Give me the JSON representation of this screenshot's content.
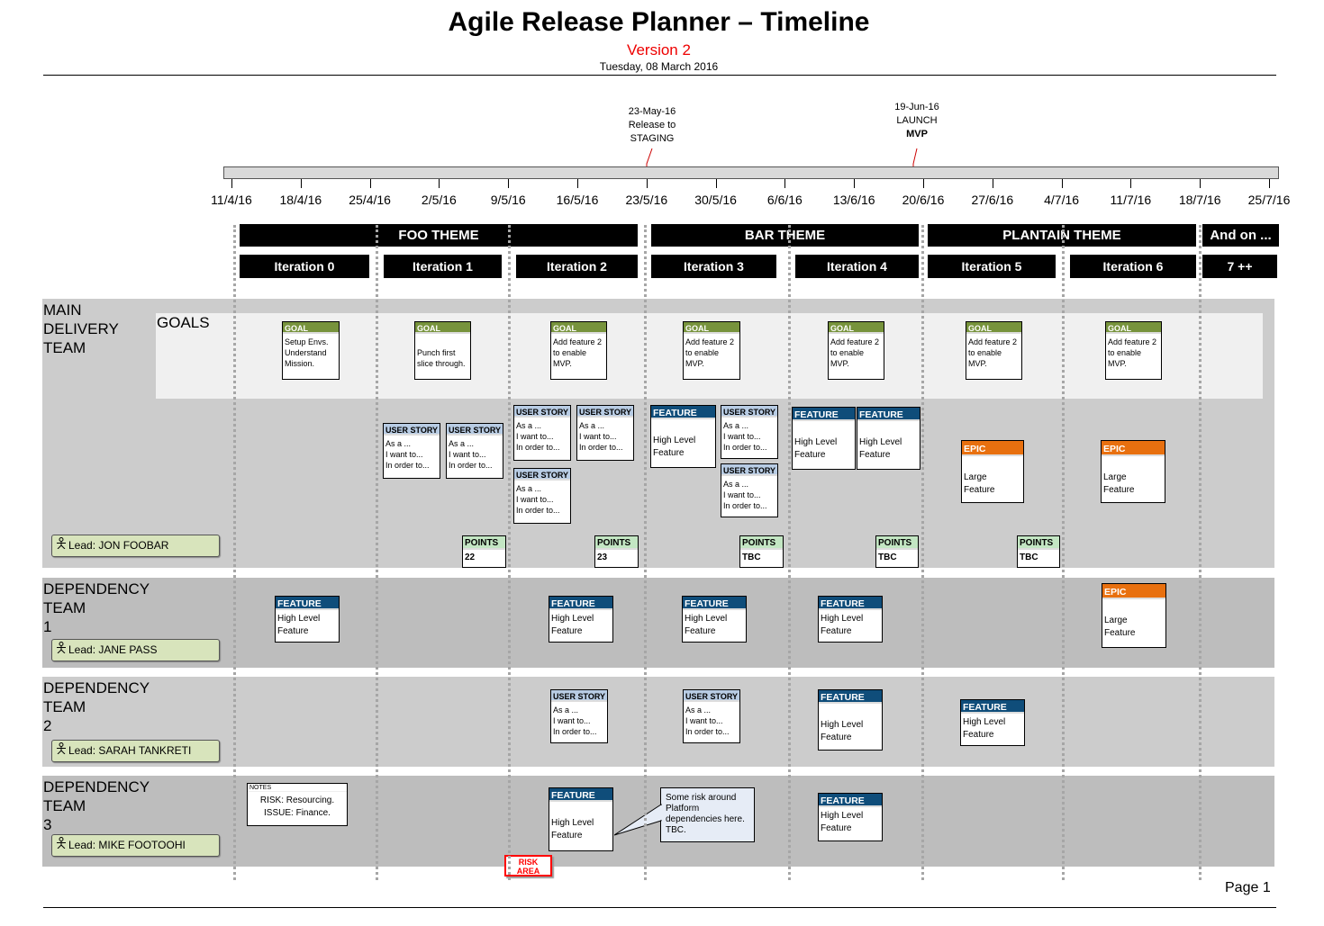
{
  "header": {
    "title": "Agile Release Planner – Timeline",
    "version": "Version 2",
    "date": "Tuesday, 08 March 2016"
  },
  "timeline": {
    "dates": [
      "11/4/16",
      "18/4/16",
      "25/4/16",
      "2/5/16",
      "9/5/16",
      "16/5/16",
      "23/5/16",
      "30/5/16",
      "6/6/16",
      "13/6/16",
      "20/6/16",
      "27/6/16",
      "4/7/16",
      "11/7/16",
      "18/7/16",
      "25/7/16"
    ],
    "milestones": [
      {
        "date": "23-May-16",
        "line1": "Release to",
        "line2": "STAGING",
        "marker": "triangle-down"
      },
      {
        "date": "19-Jun-16",
        "line1": "LAUNCH",
        "line2": "MVP",
        "marker": "cross"
      }
    ]
  },
  "themes": [
    "FOO THEME",
    "BAR THEME",
    "PLANTAIN THEME",
    "And on ..."
  ],
  "iterations": [
    "Iteration 0",
    "Iteration 1",
    "Iteration 2",
    "Iteration 3",
    "Iteration 4",
    "Iteration 5",
    "Iteration 6",
    "7 ++"
  ],
  "lanes": [
    {
      "title": [
        "MAIN",
        "DELIVERY",
        "TEAM"
      ],
      "lead": "Lead: JON FOOBAR",
      "sublabel": "GOALS"
    },
    {
      "title": [
        "DEPENDENCY",
        "TEAM",
        "1"
      ],
      "lead": "Lead: JANE PASS"
    },
    {
      "title": [
        "DEPENDENCY",
        "TEAM",
        "2"
      ],
      "lead": "Lead: SARAH TANKRETI"
    },
    {
      "title": [
        "DEPENDENCY",
        "TEAM",
        "3"
      ],
      "lead": "Lead: MIKE FOOTOOHI"
    }
  ],
  "cards": [
    {
      "type": "goal",
      "title": "GOAL",
      "lines": [
        "Setup Envs.",
        "Understand",
        "Mission."
      ]
    },
    {
      "type": "goal",
      "title": "GOAL",
      "lines": [
        "",
        "Punch first",
        "slice through."
      ]
    },
    {
      "type": "goal",
      "title": "GOAL",
      "lines": [
        "Add feature 2",
        "to enable",
        "MVP."
      ]
    },
    {
      "type": "goal",
      "title": "GOAL",
      "lines": [
        "Add feature 2",
        "to enable",
        "MVP."
      ]
    },
    {
      "type": "goal",
      "title": "GOAL",
      "lines": [
        "Add feature 2",
        "to enable",
        "MVP."
      ]
    },
    {
      "type": "goal",
      "title": "GOAL",
      "lines": [
        "Add feature 2",
        "to enable",
        "MVP."
      ]
    },
    {
      "type": "goal",
      "title": "GOAL",
      "lines": [
        "Add feature 2",
        "to enable",
        "MVP."
      ]
    },
    {
      "type": "userstory",
      "title": "USER STORY",
      "lines": [
        "As a ...",
        "I want to...",
        "In order to..."
      ]
    },
    {
      "type": "userstory",
      "title": "USER STORY",
      "lines": [
        "As a ...",
        "I want to...",
        "In order to..."
      ]
    },
    {
      "type": "userstory",
      "title": "USER STORY",
      "lines": [
        "As a ...",
        "I want to...",
        "In order to..."
      ]
    },
    {
      "type": "userstory",
      "title": "USER STORY",
      "lines": [
        "As a ...",
        "I want to...",
        "In order to..."
      ]
    },
    {
      "type": "userstory",
      "title": "USER STORY",
      "lines": [
        "As a ...",
        "I want to...",
        "In order to..."
      ]
    },
    {
      "type": "feature",
      "title": "FEATURE",
      "lines": [
        "",
        "High Level",
        "Feature"
      ]
    },
    {
      "type": "userstory",
      "title": "USER STORY",
      "lines": [
        "As a ...",
        "I want to...",
        "In order to..."
      ]
    },
    {
      "type": "userstory",
      "title": "USER STORY",
      "lines": [
        "As a ...",
        "I want to...",
        "In order to..."
      ]
    },
    {
      "type": "feature",
      "title": "FEATURE",
      "lines": [
        "",
        "High Level",
        "Feature"
      ]
    },
    {
      "type": "feature",
      "title": "FEATURE",
      "lines": [
        "",
        "High Level",
        "Feature"
      ]
    },
    {
      "type": "epic",
      "title": "EPIC",
      "lines": [
        "",
        "Large",
        "Feature"
      ]
    },
    {
      "type": "epic",
      "title": "EPIC",
      "lines": [
        "",
        "Large",
        "Feature"
      ]
    },
    {
      "type": "points",
      "title": "POINTS",
      "lines": [
        "22"
      ]
    },
    {
      "type": "points",
      "title": "POINTS",
      "lines": [
        "23"
      ]
    },
    {
      "type": "points",
      "title": "POINTS",
      "lines": [
        "TBC"
      ]
    },
    {
      "type": "points",
      "title": "POINTS",
      "lines": [
        "TBC"
      ]
    },
    {
      "type": "points",
      "title": "POINTS",
      "lines": [
        "TBC"
      ]
    },
    {
      "type": "feature",
      "title": "FEATURE",
      "lines": [
        "High Level",
        "Feature"
      ]
    },
    {
      "type": "feature",
      "title": "FEATURE",
      "lines": [
        "High Level",
        "Feature"
      ]
    },
    {
      "type": "feature",
      "title": "FEATURE",
      "lines": [
        "High Level",
        "Feature"
      ]
    },
    {
      "type": "feature",
      "title": "FEATURE",
      "lines": [
        "High Level",
        "Feature"
      ]
    },
    {
      "type": "epic",
      "title": "EPIC",
      "lines": [
        "",
        "Large",
        "Feature"
      ]
    },
    {
      "type": "userstory",
      "title": "USER STORY",
      "lines": [
        "As a ...",
        "I want to...",
        "In order to..."
      ]
    },
    {
      "type": "userstory",
      "title": "USER STORY",
      "lines": [
        "As a ...",
        "I want to...",
        "In order to..."
      ]
    },
    {
      "type": "feature",
      "title": "FEATURE",
      "lines": [
        "",
        "High Level",
        "Feature"
      ]
    },
    {
      "type": "feature",
      "title": "FEATURE",
      "lines": [
        "High Level",
        "Feature"
      ]
    },
    {
      "type": "notes",
      "title": "NOTES",
      "lines": [
        "RISK: Resourcing.",
        "ISSUE: Finance."
      ]
    },
    {
      "type": "feature",
      "title": "FEATURE",
      "lines": [
        "",
        "High Level",
        "Feature"
      ]
    },
    {
      "type": "feature",
      "title": "FEATURE",
      "lines": [
        "High Level",
        "Feature"
      ]
    },
    {
      "type": "callout",
      "title": "",
      "lines": [
        "Some risk around",
        "Platform",
        "dependencies here.",
        "TBC."
      ]
    }
  ],
  "risk_area": [
    "RISK",
    "AREA"
  ],
  "footer": {
    "page": "Page 1"
  },
  "colors": {
    "feature": "#0f4d7a",
    "epic": "#e8700f",
    "goal": "#77933c",
    "userstory": "#b8cce4",
    "points": "#c3e6c3",
    "lead": "#d8e4bc",
    "milestone": "#e00000"
  }
}
